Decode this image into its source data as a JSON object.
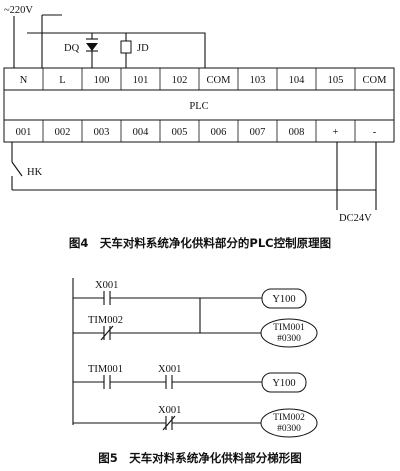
{
  "fig4": {
    "voltage_label": "~220V",
    "dq_label": "DQ",
    "jd_label": "JD",
    "top_terminals": [
      "N",
      "L",
      "100",
      "101",
      "102",
      "COM",
      "103",
      "104",
      "105",
      "COM"
    ],
    "plc_label": "PLC",
    "bottom_terminals": [
      "001",
      "002",
      "003",
      "004",
      "005",
      "006",
      "007",
      "008",
      "+",
      "-"
    ],
    "hk_label": "HK",
    "dc_label": "DC24V",
    "caption": "图4　天车对料系统净化供料部分的PLC控制原理图"
  },
  "fig5": {
    "rung1": {
      "contact_no": "X001",
      "contact_nc": "TIM002",
      "coil": "Y100"
    },
    "rung2": {
      "coil_line1": "TIM001",
      "coil_line2": "#0300"
    },
    "rung3": {
      "contact_a": "TIM001",
      "contact_b": "X001",
      "coil": "Y100"
    },
    "rung4": {
      "contact_nc": "X001",
      "coil_line1": "TIM002",
      "coil_line2": "#0300"
    },
    "caption": "图5　天车对料系统净化供料部分梯形图"
  }
}
